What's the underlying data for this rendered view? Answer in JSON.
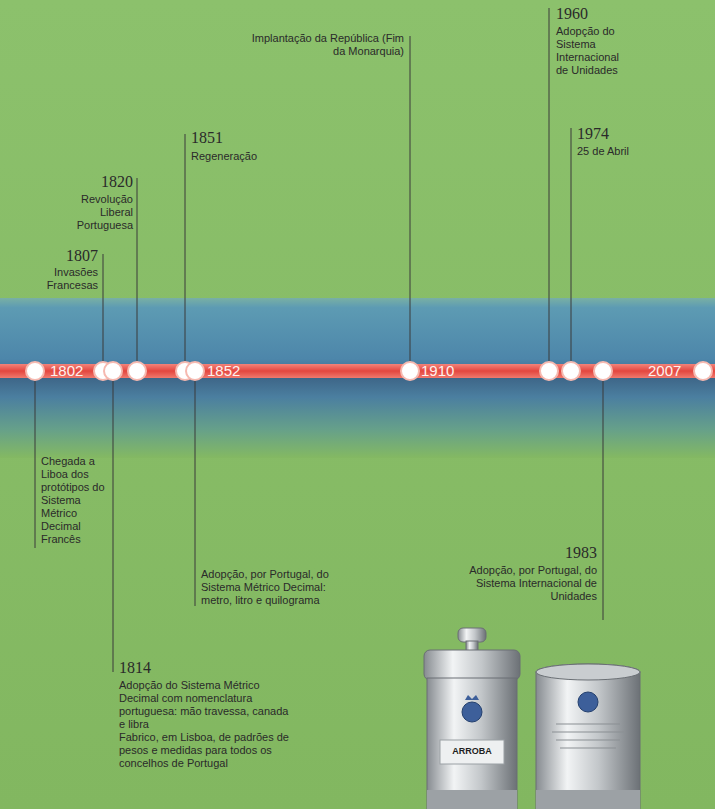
{
  "diagram": {
    "nodes": [
      {
        "text": [
          "1802",
          "1852",
          "1910",
          "2007"
        ]
      }
    ],
    "labels": [
      "1807",
      "Invasões Francesas",
      "1820",
      "Revolução Liberal Portuguesa",
      "1851",
      "Regeneração",
      "Implantação da República (Fim da Monarquia)",
      "1960",
      "Adopção do Sistema Internacional de Unidades",
      "1974",
      "25 de Abril",
      "Chegada a Liboa dos protótipos do Sistema Métrico Decimal Francês",
      "Adopção, por Portugal, do Sistema Métrico Decimal: metro, litro e quilograma",
      "1983",
      "Adopção, por Portugal, do Sistema Internacional de Unidades",
      "1814",
      "Adopção do Sistema Métrico Decimal com nomenclatura portuguesa: mão travessa, canada e libra",
      "Fabrico, em Lisboa, de padrões de pesos e medidas para todos os concelhos de Portugal",
      "ARROBA"
    ]
  }
}
